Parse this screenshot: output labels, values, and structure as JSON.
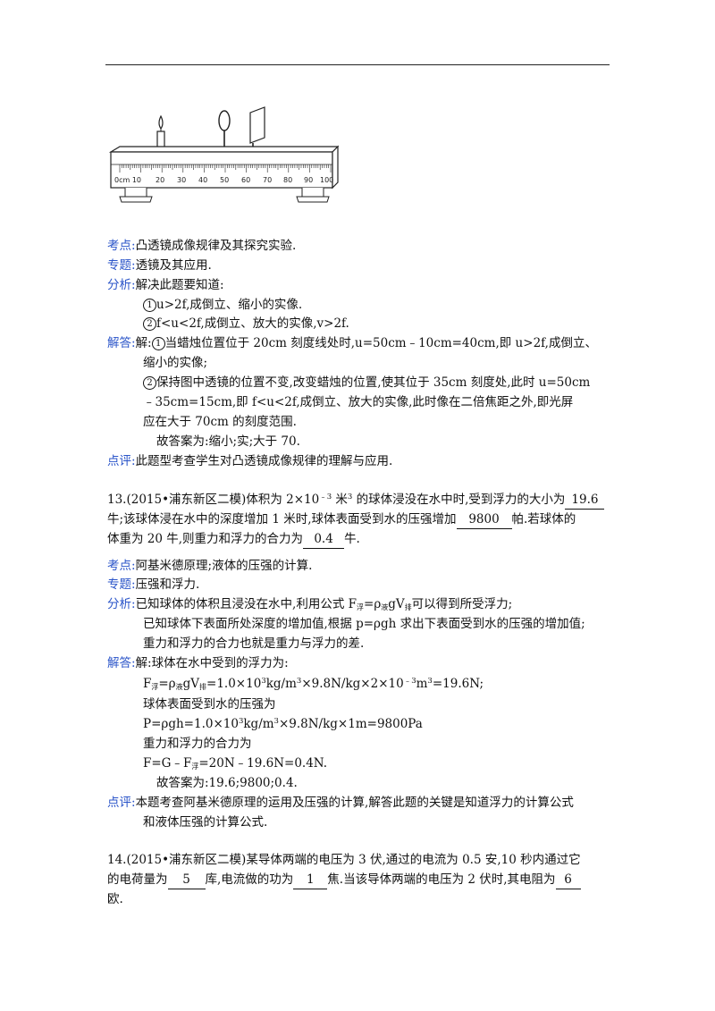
{
  "figure": {
    "scale_label_start": "0cm 10",
    "scale_ticks": [
      "20",
      "30",
      "40",
      "50",
      "60",
      "70",
      "80",
      "90",
      "100"
    ]
  },
  "q12": {
    "kaodian_label": "考点:",
    "kaodian": "凸透镜成像规律及其探究实验.",
    "zhuanti_label": "专题:",
    "zhuanti": "透镜及其应用.",
    "fenxi_label": "分析:",
    "fenxi_intro": "解决此题要知道:",
    "fenxi_1": "u>2f,成倒立、缩小的实像.",
    "fenxi_2": "f<u<2f,成倒立、放大的实像,v>2f.",
    "jieda_label": "解答:",
    "jieda_1a": "解:",
    "jieda_1b": "当蜡烛位置位于 20cm 刻度线处时,u=50cm﹣10cm=40cm,即 u>2f,成倒立、",
    "jieda_1c": "缩小的实像;",
    "jieda_2a": "保持图中透镜的位置不变,改变蜡烛的位置,使其位于 35cm 刻度处,此时 u=50cm",
    "jieda_2b": "﹣35cm=15cm,即 f<u<2f,成倒立、放大的实像,此时像在二倍焦距之外,即光屏",
    "jieda_2c": "应在大于 70cm 的刻度范围.",
    "answer": "故答案为:缩小;实;大于 70.",
    "dianping_label": "点评:",
    "dianping": "此题型考查学生对凸透镜成像规律的理解与应用."
  },
  "q13": {
    "num": "13.(2015•浦东新区二模)体积为 2×10",
    "exp1": "﹣3",
    "unit1": " 米",
    "exp2": "3",
    "after": " 的球体浸没在水中时,受到浮力的大小为",
    "blank1": "19.6",
    "line2a": "牛;该球体浸在水中的深度增加 1 米时,球体表面受到水的压强增加",
    "blank2": "9800",
    "line2b": "帕.若球体的",
    "line3a": "体重为 20 牛,则重力和浮力的合力为",
    "blank3": "0.4",
    "line3b": "牛.",
    "kaodian_label": "考点:",
    "kaodian": "阿基米德原理;液体的压强的计算.",
    "zhuanti_label": "专题:",
    "zhuanti": "压强和浮力.",
    "fenxi_label": "分析:",
    "fenxi_1a": "已知球体的体积且浸没在水中,利用公式 F",
    "fenxi_1sub1": "浮",
    "fenxi_1b": "=ρ",
    "fenxi_1sub2": "液",
    "fenxi_1c": "gV",
    "fenxi_1sub3": "排",
    "fenxi_1d": "可以得到所受浮力;",
    "fenxi_2": "已知球体下表面所处深度的增加值,根据 p=ρgh 求出下表面受到水的压强的增加值;",
    "fenxi_3": "重力和浮力的合力也就是重力与浮力的差.",
    "jieda_label": "解答:",
    "jieda_1": "解:球体在水中受到的浮力为:",
    "calc1a": "F",
    "calc1sub1": "浮",
    "calc1b": "=ρ",
    "calc1sub2": "液",
    "calc1c": "gV",
    "calc1sub3": "排",
    "calc1d": "=1.0×10",
    "calc1sup1": "3",
    "calc1e": "kg/m",
    "calc1sup2": "3",
    "calc1f": "×9.8N/kg×2×10",
    "calc1sup3": "﹣3",
    "calc1g": "m",
    "calc1sup4": "3",
    "calc1h": "=19.6N;",
    "jieda_2": "球体表面受到水的压强为",
    "calc2a": "P=ρgh=1.0×10",
    "calc2sup1": "3",
    "calc2b": "kg/m",
    "calc2sup2": "3",
    "calc2c": "×9.8N/kg×1m=9800Pa",
    "jieda_3": "重力和浮力的合力为",
    "calc3a": "F=G﹣F",
    "calc3sub": "浮",
    "calc3b": "=20N﹣19.6N=0.4N.",
    "answer": "故答案为:19.6;9800;0.4.",
    "dianping_label": "点评:",
    "dianping_1": "本题考查阿基米德原理的运用及压强的计算,解答此题的关键是知道浮力的计算公式",
    "dianping_2": "和液体压强的计算公式."
  },
  "q14": {
    "line1": "14.(2015•浦东新区二模)某导体两端的电压为 3 伏,通过的电流为 0.5 安,10 秒内通过它",
    "line2a": "的电荷量为",
    "blank1": "5",
    "line2b": "库,电流做的功为",
    "blank2": "1",
    "line2c": "焦.当该导体两端的电压为 2 伏时,其电阻为",
    "blank3": "6",
    "line3": "欧."
  }
}
